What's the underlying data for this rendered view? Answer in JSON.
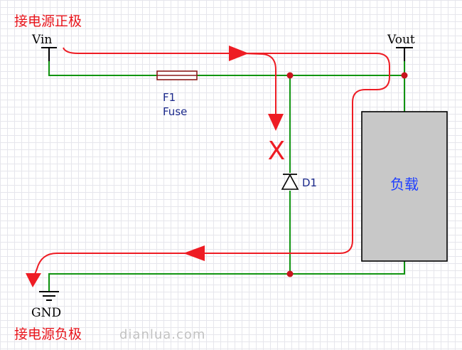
{
  "labels": {
    "positive_terminal": "接电源正极",
    "negative_terminal": "接电源负极",
    "vin": "Vin",
    "vout": "Vout",
    "gnd": "GND",
    "watermark": "dianlua.com"
  },
  "fuse": {
    "designator": "F1",
    "name": "Fuse"
  },
  "diode": {
    "designator": "D1"
  },
  "load": {
    "label": "负载"
  },
  "blocked_marker": "X",
  "colors": {
    "wire": "#119411",
    "current_flow": "#ee1c24",
    "junction": "#c8141e",
    "fuse_body": "#8b1a1a",
    "load_fill": "#c8c8c8",
    "label_red": "#e8141b",
    "label_blue": "#1c2a8c",
    "load_text": "#2040ff"
  }
}
